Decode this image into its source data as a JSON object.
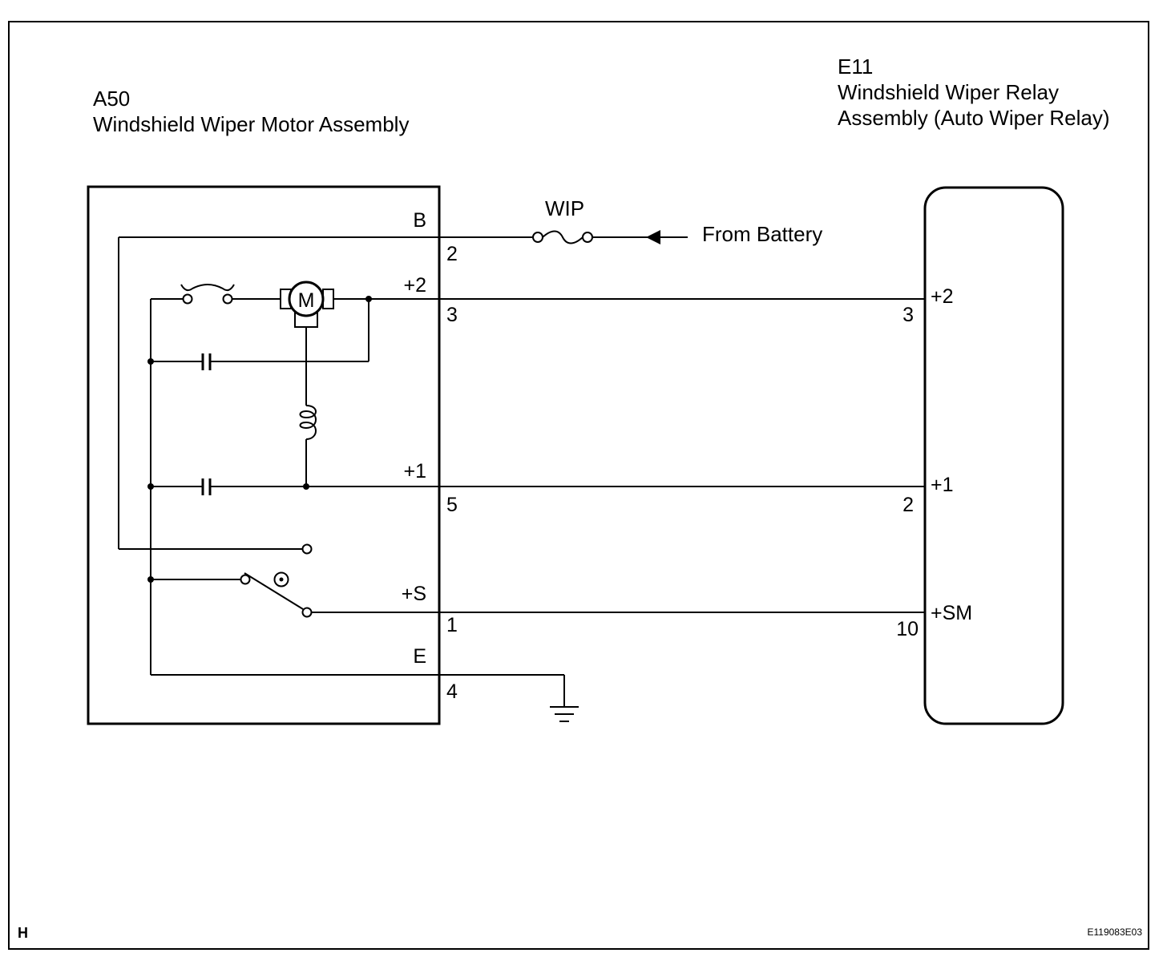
{
  "motor": {
    "code": "A50",
    "name": "Windshield Wiper Motor Assembly",
    "motor_symbol": "M",
    "terminals": {
      "b": {
        "name": "B",
        "pin": "2"
      },
      "plus2": {
        "name": "+2",
        "pin": "3"
      },
      "plus1": {
        "name": "+1",
        "pin": "5"
      },
      "plusS": {
        "name": "+S",
        "pin": "1"
      },
      "e": {
        "name": "E",
        "pin": "4"
      }
    }
  },
  "relay": {
    "code": "E11",
    "name_line1": "Windshield Wiper Relay",
    "name_line2": "Assembly (Auto Wiper Relay)",
    "terminals": {
      "plus2": {
        "name": "+2",
        "pin": "3"
      },
      "plus1": {
        "name": "+1",
        "pin": "2"
      },
      "plusSM": {
        "name": "+SM",
        "pin": "10"
      }
    }
  },
  "fuse": {
    "name": "WIP"
  },
  "source": {
    "label": "From Battery"
  },
  "footer": {
    "left": "H",
    "code": "E119083E03"
  }
}
